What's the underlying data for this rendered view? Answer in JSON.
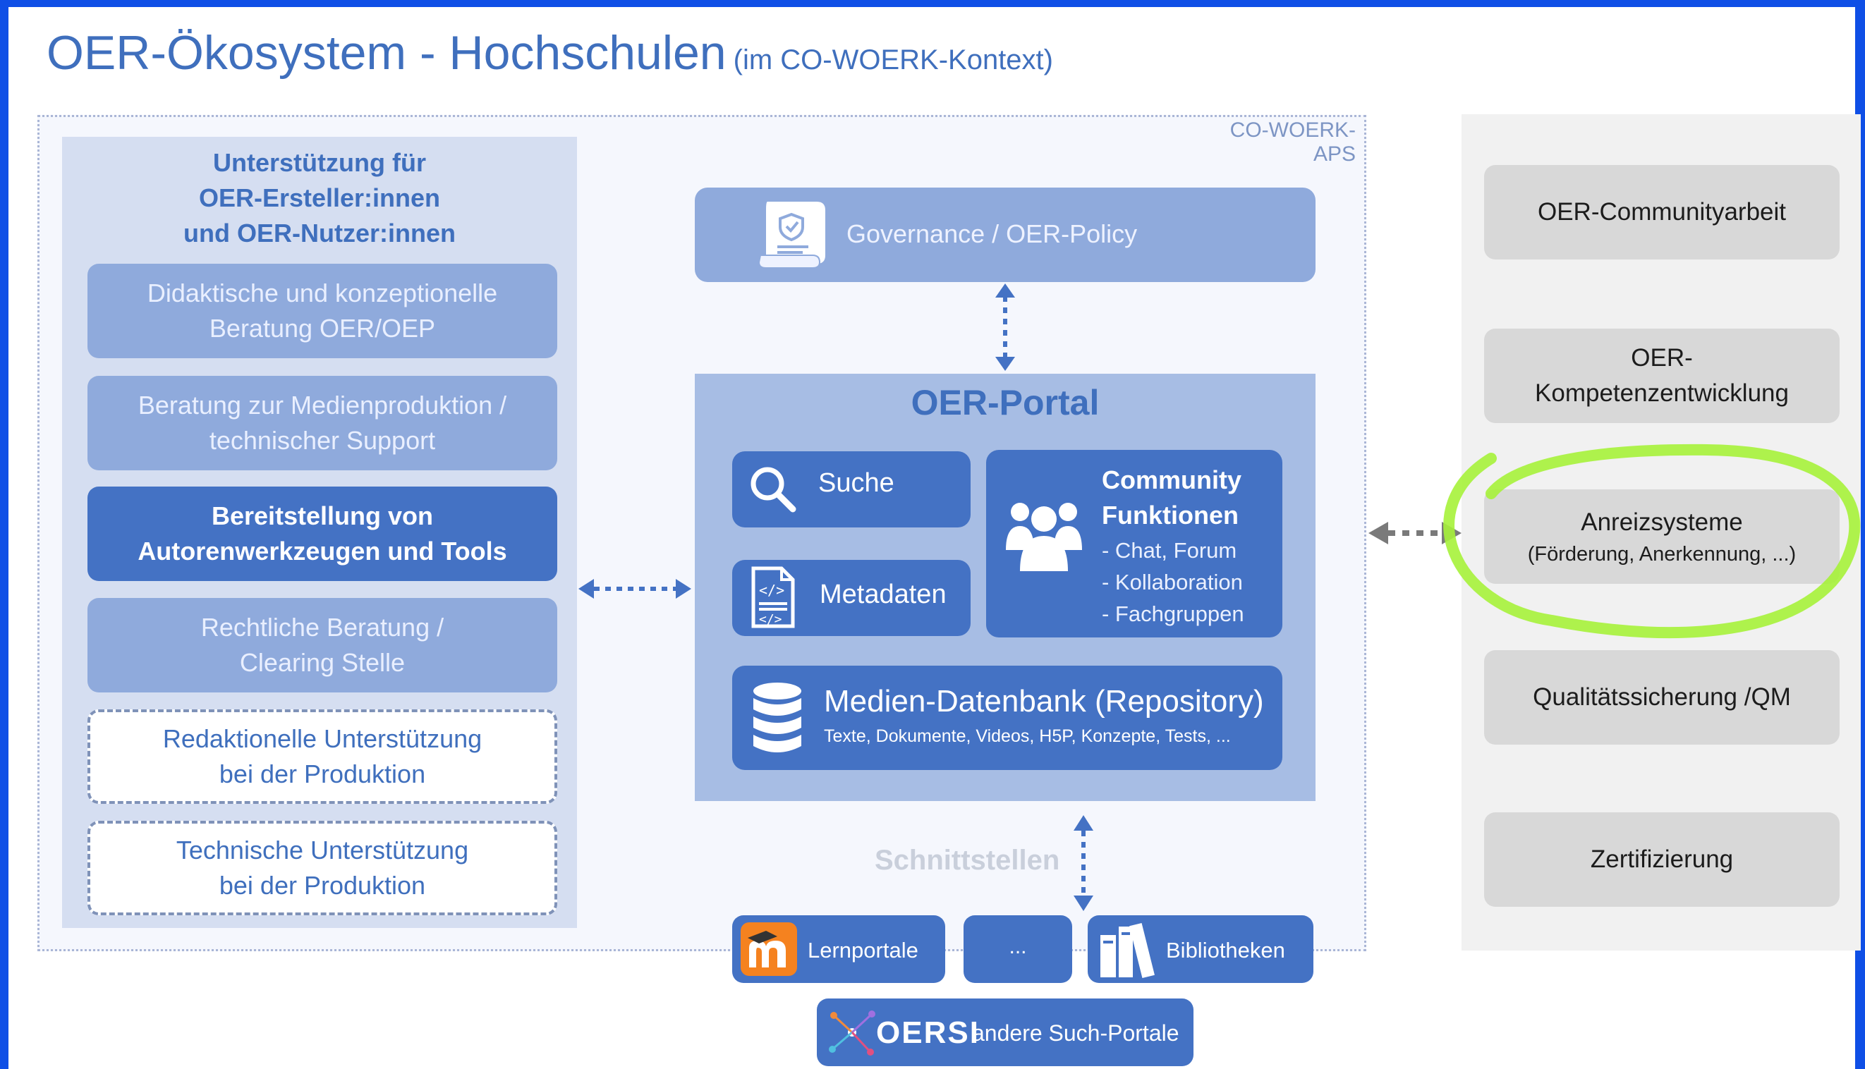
{
  "title": {
    "main": "OER-Ökosystem - Hochschulen",
    "sub": "(im CO-WOERK-Kontext)"
  },
  "aps_label": "CO-WOERK-APS",
  "left_panel": {
    "title_lines": [
      "Unterstützung für",
      "OER-Ersteller:innen",
      "und OER-Nutzer:innen"
    ],
    "boxes": [
      {
        "line1": "Didaktische und konzeptionelle",
        "line2": "Beratung OER/OEP"
      },
      {
        "line1": "Beratung zur Medienproduktion /",
        "line2": "technischer Support"
      },
      {
        "line1": "Bereitstellung von",
        "line2": "Autorenwerkzeugen und Tools"
      },
      {
        "line1": "Rechtliche Beratung /",
        "line2": "Clearing Stelle"
      },
      {
        "line1": "Redaktionelle Unterstützung",
        "line2": "bei der Produktion"
      },
      {
        "line1": "Technische Unterstützung",
        "line2": "bei der Produktion"
      }
    ]
  },
  "governance": {
    "label": "Governance / OER-Policy",
    "icon": "policy-document-icon"
  },
  "portal": {
    "title": "OER-Portal",
    "suche": "Suche",
    "metadaten": "Metadaten",
    "community": {
      "title_lines": [
        "Community",
        "Funktionen"
      ],
      "items": [
        "- Chat, Forum",
        "- Kollaboration",
        "- Fachgruppen"
      ]
    },
    "database": {
      "title": "Medien-Datenbank (Repository)",
      "subtitle": "Texte, Dokumente, Videos, H5P, Konzepte, Tests, ..."
    }
  },
  "schnittstellen": "Schnittstellen",
  "bottom": {
    "lernportale": "Lernportale",
    "ellipsis": "...",
    "bibliotheken": "Bibliotheken",
    "oersi_logo": "OERSI",
    "such_portale": "andere Such-Portale"
  },
  "right_panel": {
    "boxes": [
      {
        "lines": [
          "OER-Communityarbeit"
        ]
      },
      {
        "lines": [
          "OER-",
          "Kompetenzentwicklung"
        ]
      },
      {
        "lines": [
          "Anreizsysteme"
        ],
        "small": "(Förderung, Anerkennung, ...)"
      },
      {
        "lines": [
          "Qualitätssicherung /QM"
        ]
      },
      {
        "lines": [
          "Zertifizierung"
        ]
      }
    ]
  },
  "colors": {
    "frame": "#0f4fe6",
    "title": "#3f6fbd",
    "dark_box": "#4472c4",
    "light_box": "#8faadc",
    "portal_bg": "#a7bde4",
    "left_panel_bg": "#d5def1",
    "right_box": "#d8d8d8",
    "highlight": "#a6f23a",
    "arrow_grey": "#7a7a7a"
  }
}
